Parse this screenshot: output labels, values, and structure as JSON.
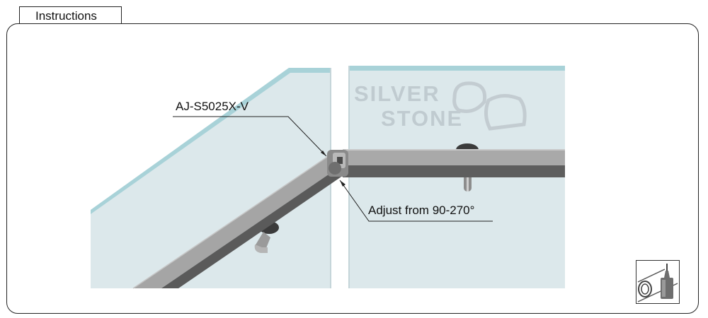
{
  "tab": {
    "label": "Instructions"
  },
  "callouts": {
    "part_number": "AJ-S5025X-V",
    "adjust": "Adjust from 90-270°"
  },
  "watermark": {
    "line1": "SILVER",
    "line2": "STONE"
  },
  "icons": {
    "tool": "tube-and-glue-icon"
  },
  "colors": {
    "glass": "#dde9ec",
    "glass_edge": "#8fc6cf",
    "rail_top": "#a9a9a9",
    "rail_side": "#5c5c5c"
  }
}
